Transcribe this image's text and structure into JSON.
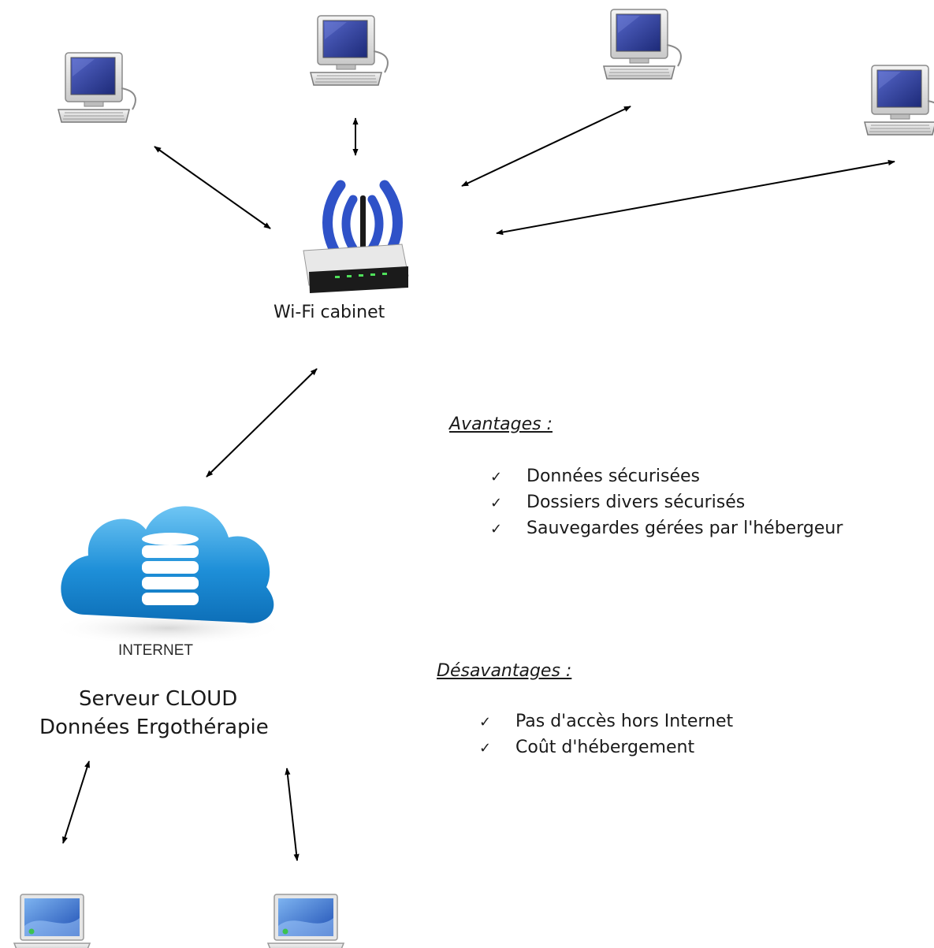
{
  "router": {
    "label": "Wi-Fi cabinet"
  },
  "cloud": {
    "badge": "INTERNET",
    "line1": "Serveur CLOUD",
    "line2": "Données Ergothérapie"
  },
  "advantages": {
    "heading": "Avantages :",
    "items": [
      "Données sécurisées",
      "Dossiers divers sécurisés",
      "Sauvegardes gérées par l'hébergeur"
    ]
  },
  "disadvantages": {
    "heading": "Désavantages :",
    "items": [
      "Pas d'accès hors Internet",
      "Coût d'hébergement"
    ]
  },
  "check_glyph": "✓",
  "icons": {
    "desktop": "desktop-computer-icon",
    "router": "wifi-router-icon",
    "cloud": "cloud-database-icon",
    "laptop": "laptop-icon"
  },
  "colors": {
    "cloud_blue": "#1e8fd8",
    "screen_blue": "#2c3d9a",
    "wifi_blue": "#2f52c8",
    "arrow": "#000000"
  }
}
